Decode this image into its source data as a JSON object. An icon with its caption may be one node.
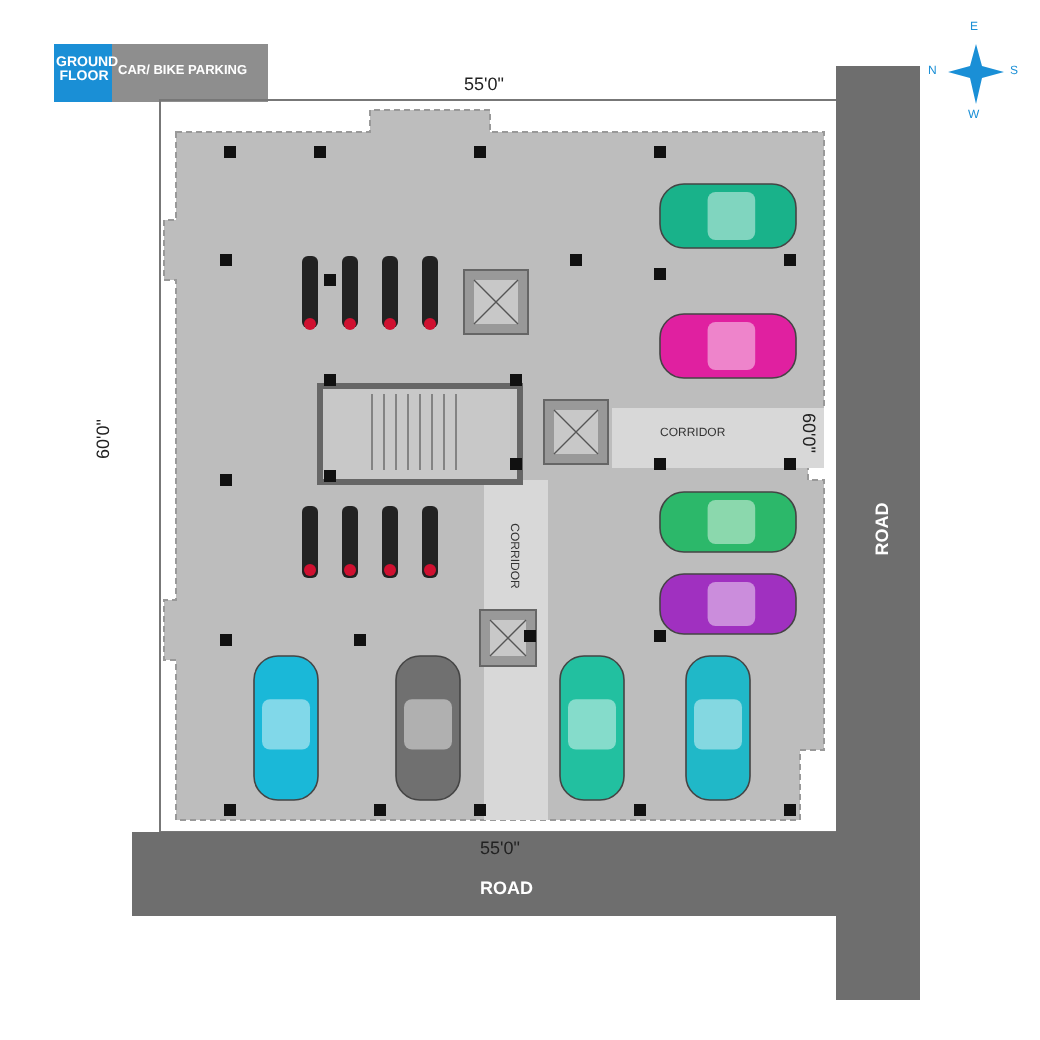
{
  "diagram": {
    "labels": [
      "GROUND FLOOR",
      "CAR/ BIKE PARKING",
      "E",
      "N",
      "S",
      "W",
      "55'0\"",
      "60'0\"",
      "CORRIDOR",
      "60'0\"",
      "CORRIDOR",
      "ROAD",
      "55'0\"",
      "ROAD"
    ]
  }
}
